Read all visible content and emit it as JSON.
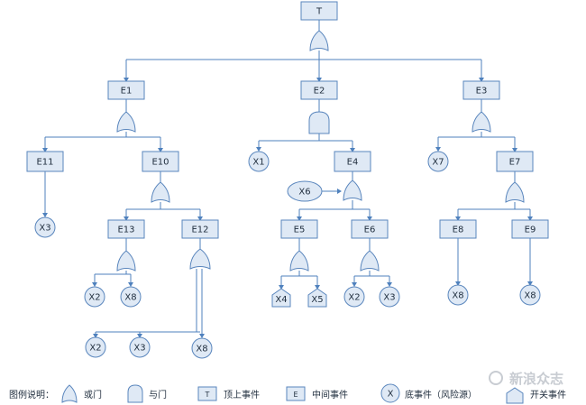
{
  "diagram": {
    "events": {
      "T": "T",
      "E1": "E1",
      "E2": "E2",
      "E3": "E3",
      "E11": "E11",
      "E10": "E10",
      "E4": "E4",
      "E7": "E7",
      "E13": "E13",
      "E12": "E12",
      "E5": "E5",
      "E6": "E6",
      "E8": "E8",
      "E9": "E9"
    },
    "basic_events": {
      "x3_a": "X3",
      "x1": "X1",
      "x7": "X7",
      "x6": "X6",
      "x2_a": "X2",
      "x8_a": "X8",
      "x4": "X4",
      "x5": "X5",
      "x2_b": "X2",
      "x3_b": "X3",
      "x8_b": "X8",
      "x8_c": "X8",
      "x2_c": "X2",
      "x3_c": "X3",
      "x8_d": "X8"
    }
  },
  "legend": {
    "title": "图例说明：",
    "or_gate": "或门",
    "and_gate": "与门",
    "top_symbol": "T",
    "top_event": "顶上事件",
    "mid_symbol": "E",
    "mid_event": "中间事件",
    "basic_symbol": "X",
    "basic_event": "底事件（风险源）",
    "switch_event": "开关事件"
  },
  "watermark": "新浪众志"
}
